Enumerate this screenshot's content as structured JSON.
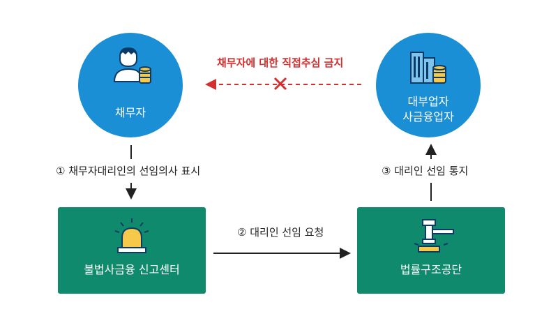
{
  "debtor": {
    "label": "채무자"
  },
  "lender": {
    "line1": "대부업자",
    "line2": "사금융업자"
  },
  "report_center": {
    "label": "불법사금융 신고센터"
  },
  "legal_aid": {
    "label": "법률구조공단"
  },
  "forbidden": {
    "label": "채무자에 대한 직접추심 금지"
  },
  "steps": {
    "step1": "① 채무자대리인의 선임의사 표시",
    "step2": "② 대리인 선임 요청",
    "step3": "③ 대리인 선임 통지"
  },
  "colors": {
    "circle": "#1a8fd6",
    "box": "#0f8a6c",
    "forbid": "#d32f2f"
  }
}
